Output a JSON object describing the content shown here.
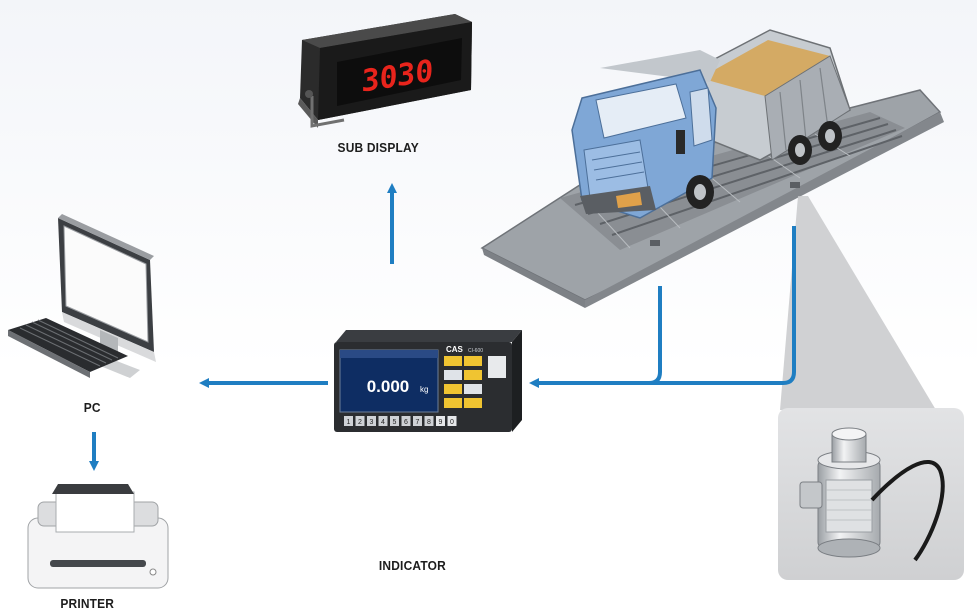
{
  "labels": {
    "sub_display": "SUB DISPLAY",
    "pc": "PC",
    "printer": "PRINTER",
    "indicator": "INDICATOR"
  },
  "sub_display_reading": "3030",
  "indicator_screen": {
    "brand": "CAS",
    "model": "CI-600",
    "weight": "0.000",
    "unit": "kg",
    "keypad": [
      "1",
      "2",
      "3",
      "4",
      "5",
      "6",
      "7",
      "8",
      "9",
      "0"
    ]
  },
  "colors": {
    "arrow": "#1f7ec2",
    "led": "#e8241c",
    "truck_cab": "#7fa7d6",
    "truck_bed": "#b9bec4",
    "platform": "#9ea3a8",
    "sand": "#d4aa64"
  }
}
